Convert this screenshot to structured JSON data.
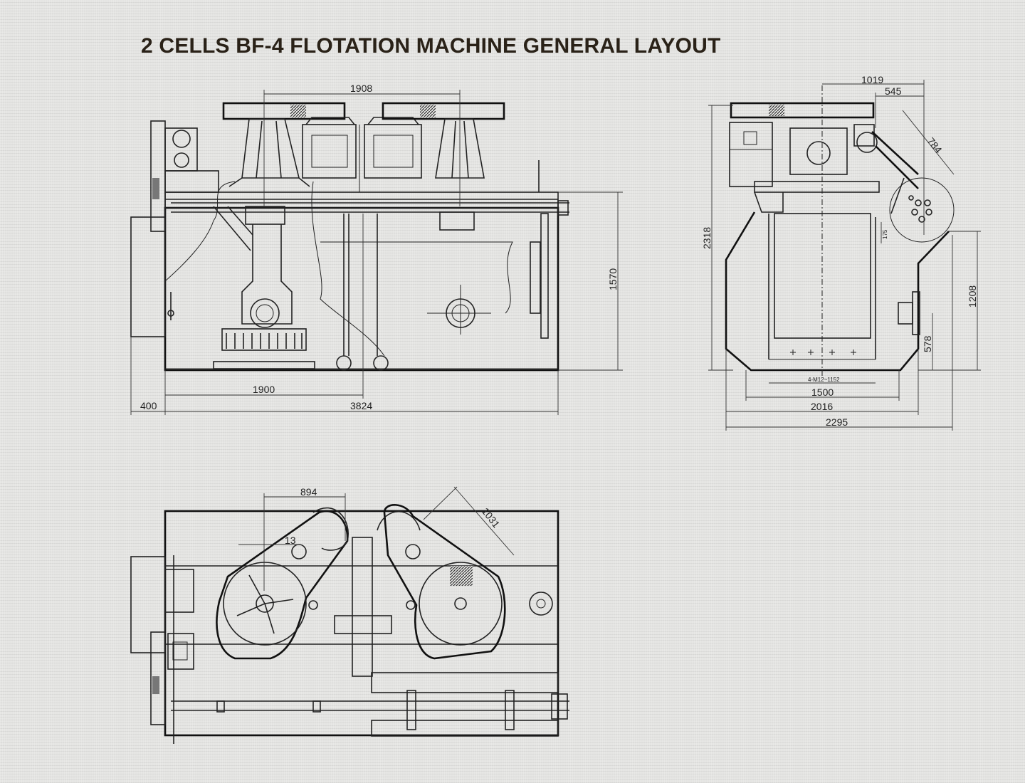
{
  "title": "2 CELLS BF-4 FLOTATION MACHINE GENERAL LAYOUT",
  "front_view": {
    "dim_top": "1908",
    "dim_height": "1570",
    "dim_cell": "1900",
    "dim_offset": "400",
    "dim_total": "3824"
  },
  "side_view": {
    "dim_1019": "1019",
    "dim_545": "545",
    "dim_784": "784",
    "dim_2318": "2318",
    "dim_175": "175",
    "dim_1208": "1208",
    "dim_578": "578",
    "dim_bolt": "4-M12~1152",
    "dim_1500": "1500",
    "dim_2016": "2016",
    "dim_2295": "2295"
  },
  "plan_view": {
    "dim_894": "894",
    "dim_1031": "1031",
    "dim_13": "13"
  },
  "colors": {
    "line": "#222222",
    "title": "#2a2218",
    "paper": "#e4e4e2"
  }
}
